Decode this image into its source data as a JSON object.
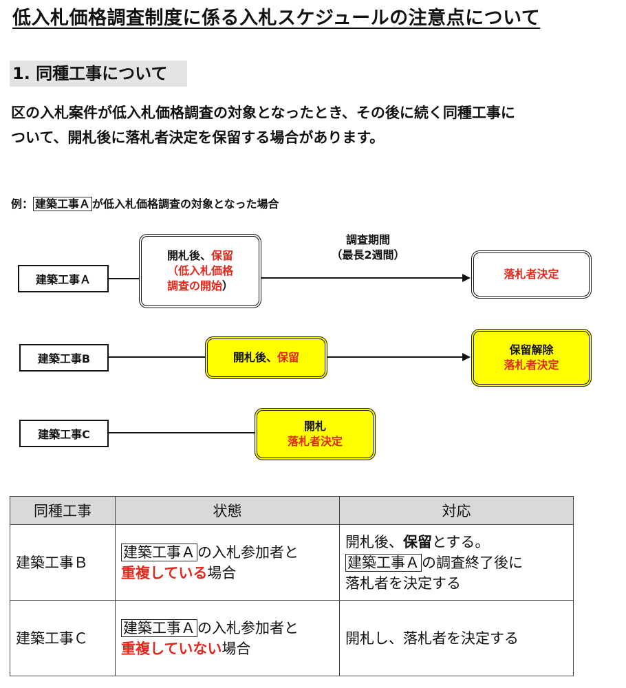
{
  "title": "低入札価格調査制度に係る入札スケジュールの注意点について",
  "section_heading": "1. 同種工事について",
  "intro_line1": "区の入札案件が低入札価格調査の対象となったとき、その後に続く同種工事に",
  "intro_line2": "ついて、開札後に落札者決定を保留する場合があります。",
  "example": {
    "prefix": "例：",
    "boxed": "建築工事Ａ",
    "suffix": "が低入札価格調査の対象となった場合"
  },
  "diagram": {
    "row_a": {
      "label": "建築工事Ａ",
      "box1_line1_black": "開札後、",
      "box1_line1_red": "保留",
      "box1_line2": "（低入札価格",
      "box1_line3_red": "調査の開始",
      "box1_line3_black": "）",
      "period_line1": "調査期間",
      "period_line2": "（最長2週間）",
      "result": "落札者決定"
    },
    "row_b": {
      "label": "建築工事B",
      "box_black": "開札後、",
      "box_red": "保留",
      "result_line1": "保留解除",
      "result_line2": "落札者決定"
    },
    "row_c": {
      "label": "建築工事C",
      "box_line1": "開札",
      "box_line2": "落札者決定"
    },
    "colors": {
      "highlight_yellow": "#ffff00",
      "emphasis_red": "#e0281c"
    }
  },
  "table": {
    "headers": [
      "同種工事",
      "状態",
      "対応"
    ],
    "rows": [
      {
        "name": "建築工事Ｂ",
        "state_boxed": "建築工事Ａ",
        "state_text": "の入札参加者と",
        "state_red": "重複している",
        "state_end": "場合",
        "resp_line1_a": "開札後、",
        "resp_line1_bold": "保留",
        "resp_line1_b": "とする。",
        "resp_line2_boxed": "建築工事Ａ",
        "resp_line2_text": "の調査終了後に",
        "resp_line3": "落札者を決定する"
      },
      {
        "name": "建築工事Ｃ",
        "state_boxed": "建築工事Ａ",
        "state_text": "の入札参加者と",
        "state_red": "重複していない",
        "state_end": "場合",
        "resp": "開札し、落札者を決定する"
      }
    ]
  }
}
